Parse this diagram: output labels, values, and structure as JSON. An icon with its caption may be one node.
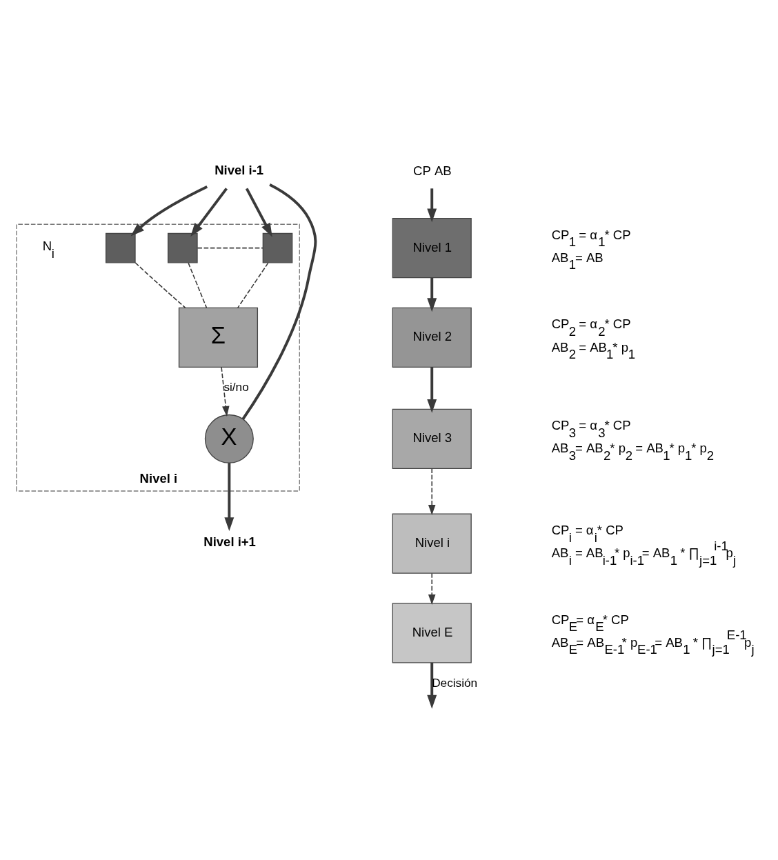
{
  "diagram": {
    "nodes": [
      {
        "text": [
          "Nivel i-1"
        ]
      },
      {
        "text": [
          "Nivel i"
        ]
      },
      {
        "text": [],
        "shape": "box",
        "in": 1
      },
      {
        "text": [],
        "shape": "box",
        "in": 1
      },
      {
        "text": [],
        "shape": "box",
        "in": 1
      },
      {
        "text": [
          "Σ"
        ],
        "in": 1
      },
      {
        "text": [
          "X"
        ],
        "in": 1
      },
      {
        "text": [
          "Nivel i+1"
        ]
      },
      {
        "text": [
          "CP AB"
        ]
      },
      {
        "text": [
          "Nivel 1"
        ],
        "beside": [
          "CP$_{1}$ = α$_{1}$* CP",
          "AB$_{1}$= AB"
        ]
      },
      {
        "text": [
          "Nivel 2"
        ],
        "beside": [
          "CP$_{2}$ = α$_{2}$* CP",
          "AB$_{2}$ = AB$_{1}$* p$_{1}$"
        ]
      },
      {
        "text": [
          "Nivel 3"
        ],
        "beside": [
          "CP$_{3}$ = α$_{3}$* CP",
          "AB$_{3}$= AB$_{2}$* p$_{2}$ = AB$_{1}$* p$_{1}$* p$_{2}$"
        ]
      },
      {
        "text": [
          "Nivel i"
        ],
        "beside": [
          "CP$_{i}$ = α$_{i}$* CP",
          "AB$_{i}$ = AB$_{i-1}$* p$_{i-1}$= AB$_{1}$ * ∏$_{j=1}$$^{i-1}$p$_{j}$"
        ]
      },
      {
        "text": [
          "Nivel E"
        ],
        "beside": [
          "CP$_{E}$= α$_{E}$* CP",
          "AB$_{E}$= AB$_{E-1}$* p$_{E-1}$= AB$_{1}$ * ∏$_{j=1}$$^{E-1}$p$_{j}$"
        ]
      }
    ],
    "edges": [
      {
        "from": 0,
        "to": 2,
        "arrow": "to"
      },
      {
        "from": 0,
        "to": 3,
        "arrow": "to"
      },
      {
        "from": 0,
        "to": 4,
        "arrow": "to"
      },
      {
        "from": 0,
        "to": 6,
        "arrow": "none"
      },
      {
        "from": 3,
        "to": 4,
        "arrow": "none",
        "style": "dashed"
      },
      {
        "from": 2,
        "to": 5,
        "arrow": "none",
        "style": "dashed"
      },
      {
        "from": 3,
        "to": 5,
        "arrow": "none",
        "style": "dashed"
      },
      {
        "from": 4,
        "to": 5,
        "arrow": "none",
        "style": "dashed"
      },
      {
        "from": 5,
        "to": 6,
        "label": "si/no",
        "arrow": "to",
        "style": "dashed"
      },
      {
        "from": 6,
        "to": 7,
        "arrow": "to"
      },
      {
        "from": 8,
        "to": 9,
        "arrow": "to"
      },
      {
        "from": 9,
        "to": 10,
        "arrow": "to"
      },
      {
        "from": 10,
        "to": 11,
        "arrow": "to"
      },
      {
        "from": 11,
        "to": 12,
        "arrow": "to",
        "style": "dashed"
      },
      {
        "from": 12,
        "to": 13,
        "arrow": "to",
        "style": "dashed"
      },
      {
        "from": 13,
        "to": null,
        "label": "Decisión",
        "arrow": "to"
      }
    ],
    "labels": [
      "N$_{i}$"
    ]
  }
}
